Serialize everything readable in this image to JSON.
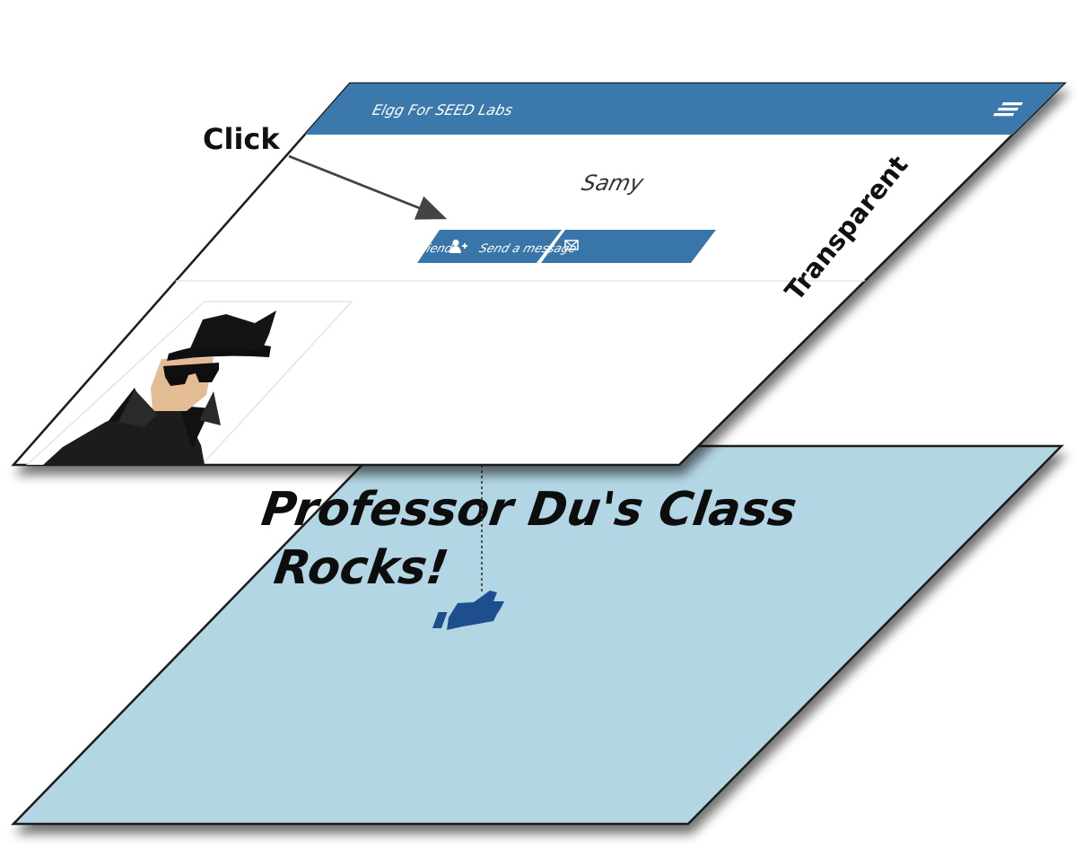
{
  "colors": {
    "bottom_layer_fill": "#b3d6e4",
    "top_layer_fill": "#ffffff",
    "header_blue": "#3b78ab",
    "button_blue": "#3876aa",
    "thumb_blue": "#1f4e8f",
    "outline": "#1a1a1a"
  },
  "icons": {
    "menu": "hamburger-menu-icon",
    "add_friend": "add-user-icon",
    "send_message": "envelope-icon",
    "like": "thumbs-up-icon",
    "avatar": "spy-avatar-icon"
  },
  "top_layer": {
    "site_title": "Elgg For SEED Labs",
    "profile_name": "Samy",
    "add_friend_label": "Add friend",
    "send_message_label": "Send a message"
  },
  "bottom_layer": {
    "line1": "Professor Du's Class",
    "line2": "Rocks!"
  },
  "annotations": {
    "click": "Click",
    "transparent": "Transparent"
  }
}
